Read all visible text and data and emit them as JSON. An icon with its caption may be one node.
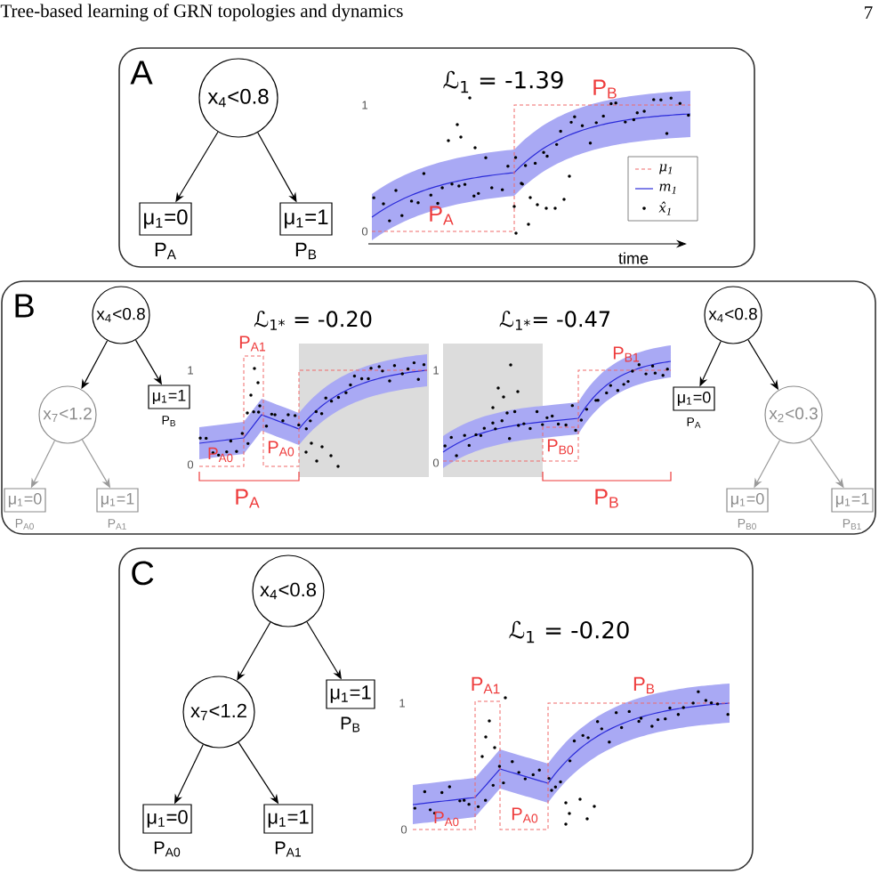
{
  "diagram": {
    "nodes": [
      {
        "text": [
          "A"
        ]
      },
      {
        "text": [
          "x$_{4}$<0.8"
        ],
        "in": 0
      },
      {
        "text": [
          "μ$_{1}$=0"
        ],
        "in": 0,
        "beside": [
          "P$_{A}$"
        ]
      },
      {
        "text": [
          "μ$_{1}$=1"
        ],
        "in": 0,
        "beside": [
          "P$_{B}$"
        ]
      },
      {
        "text": [
          "B"
        ]
      },
      {
        "text": [
          "x$_{4}$<0.8"
        ],
        "in": 4
      },
      {
        "text": [
          "x$_{7}$<1.2"
        ],
        "in": 4
      },
      {
        "text": [
          "μ$_{1}$=1"
        ],
        "in": 4,
        "beside": [
          "P$_{B}$"
        ]
      },
      {
        "text": [
          "μ$_{1}$=0"
        ],
        "in": 4,
        "beside": [
          "P$_{A0}$"
        ]
      },
      {
        "text": [
          "μ$_{1}$=1"
        ],
        "in": 4,
        "beside": [
          "P$_{A1}$"
        ]
      },
      {
        "text": [
          "x$_{4}$<0.8"
        ],
        "in": 4
      },
      {
        "text": [
          "μ$_{1}$=0"
        ],
        "in": 4,
        "beside": [
          "P$_{A}$"
        ]
      },
      {
        "text": [
          "x$_{2}$<0.3"
        ],
        "in": 4
      },
      {
        "text": [
          "μ$_{1}$=0"
        ],
        "in": 4,
        "beside": [
          "P$_{B0}$"
        ]
      },
      {
        "text": [
          "μ$_{1}$=1"
        ],
        "in": 4,
        "beside": [
          "P$_{B1}$"
        ]
      },
      {
        "text": [
          "C"
        ]
      },
      {
        "text": [
          "x$_{4}$<0.8"
        ],
        "in": 15
      },
      {
        "text": [
          "x$_{7}$<1.2"
        ],
        "in": 15
      },
      {
        "text": [
          "μ$_{1}$=1"
        ],
        "in": 15,
        "beside": [
          "P$_{B}$"
        ]
      },
      {
        "text": [
          "μ$_{1}$=0"
        ],
        "in": 15,
        "beside": [
          "P$_{A0}$"
        ]
      },
      {
        "text": [
          "μ$_{1}$=1"
        ],
        "in": 15,
        "beside": [
          "P$_{A1}$"
        ]
      }
    ],
    "edges": [
      {
        "from": 1,
        "to": 2,
        "arrow": "to"
      },
      {
        "from": 1,
        "to": 3,
        "arrow": "to"
      },
      {
        "from": 5,
        "to": 6,
        "arrow": "to"
      },
      {
        "from": 5,
        "to": 7,
        "arrow": "to"
      },
      {
        "from": 6,
        "to": 8,
        "arrow": "to",
        "color": "#9a9a9a"
      },
      {
        "from": 6,
        "to": 9,
        "arrow": "to",
        "color": "#9a9a9a"
      },
      {
        "from": 10,
        "to": 11,
        "arrow": "to"
      },
      {
        "from": 10,
        "to": 12,
        "arrow": "to"
      },
      {
        "from": 12,
        "to": 13,
        "arrow": "to",
        "color": "#9a9a9a"
      },
      {
        "from": 12,
        "to": 14,
        "arrow": "to",
        "color": "#9a9a9a"
      },
      {
        "from": 16,
        "to": 17,
        "arrow": "to"
      },
      {
        "from": 16,
        "to": 18,
        "arrow": "to"
      },
      {
        "from": 17,
        "to": 19,
        "arrow": "to"
      },
      {
        "from": 17,
        "to": 20,
        "arrow": "to"
      }
    ],
    "labels": [
      "Tree-based learning of GRN topologies and dynamics",
      "7",
      "ℒ$_{1}$ = -1.39",
      "P$_{B}$",
      "1",
      "P$_{A}$",
      "0",
      "time",
      "ℒ$_{1*}$ = -0.20",
      "ℒ$_{1*}$= -0.47",
      "P$_{A1}$",
      "P$_{B1}$",
      "1",
      "1",
      "P$_{A0}$",
      "P$_{A0}$",
      "P$_{B0}$",
      "0",
      "0",
      "P$_{A}$",
      "P$_{B}$",
      "ℒ$_{1}$ = -0.20",
      "P$_{A1}$",
      "P$_{B}$",
      "1",
      "P$_{A0}$",
      "P$_{A0}$",
      "0"
    ],
    "legend": [
      {
        "text": "μ$_{1}$"
      },
      {
        "text": "m$_{1}$"
      },
      {
        "text": "x̂$_{1}$"
      }
    ]
  }
}
